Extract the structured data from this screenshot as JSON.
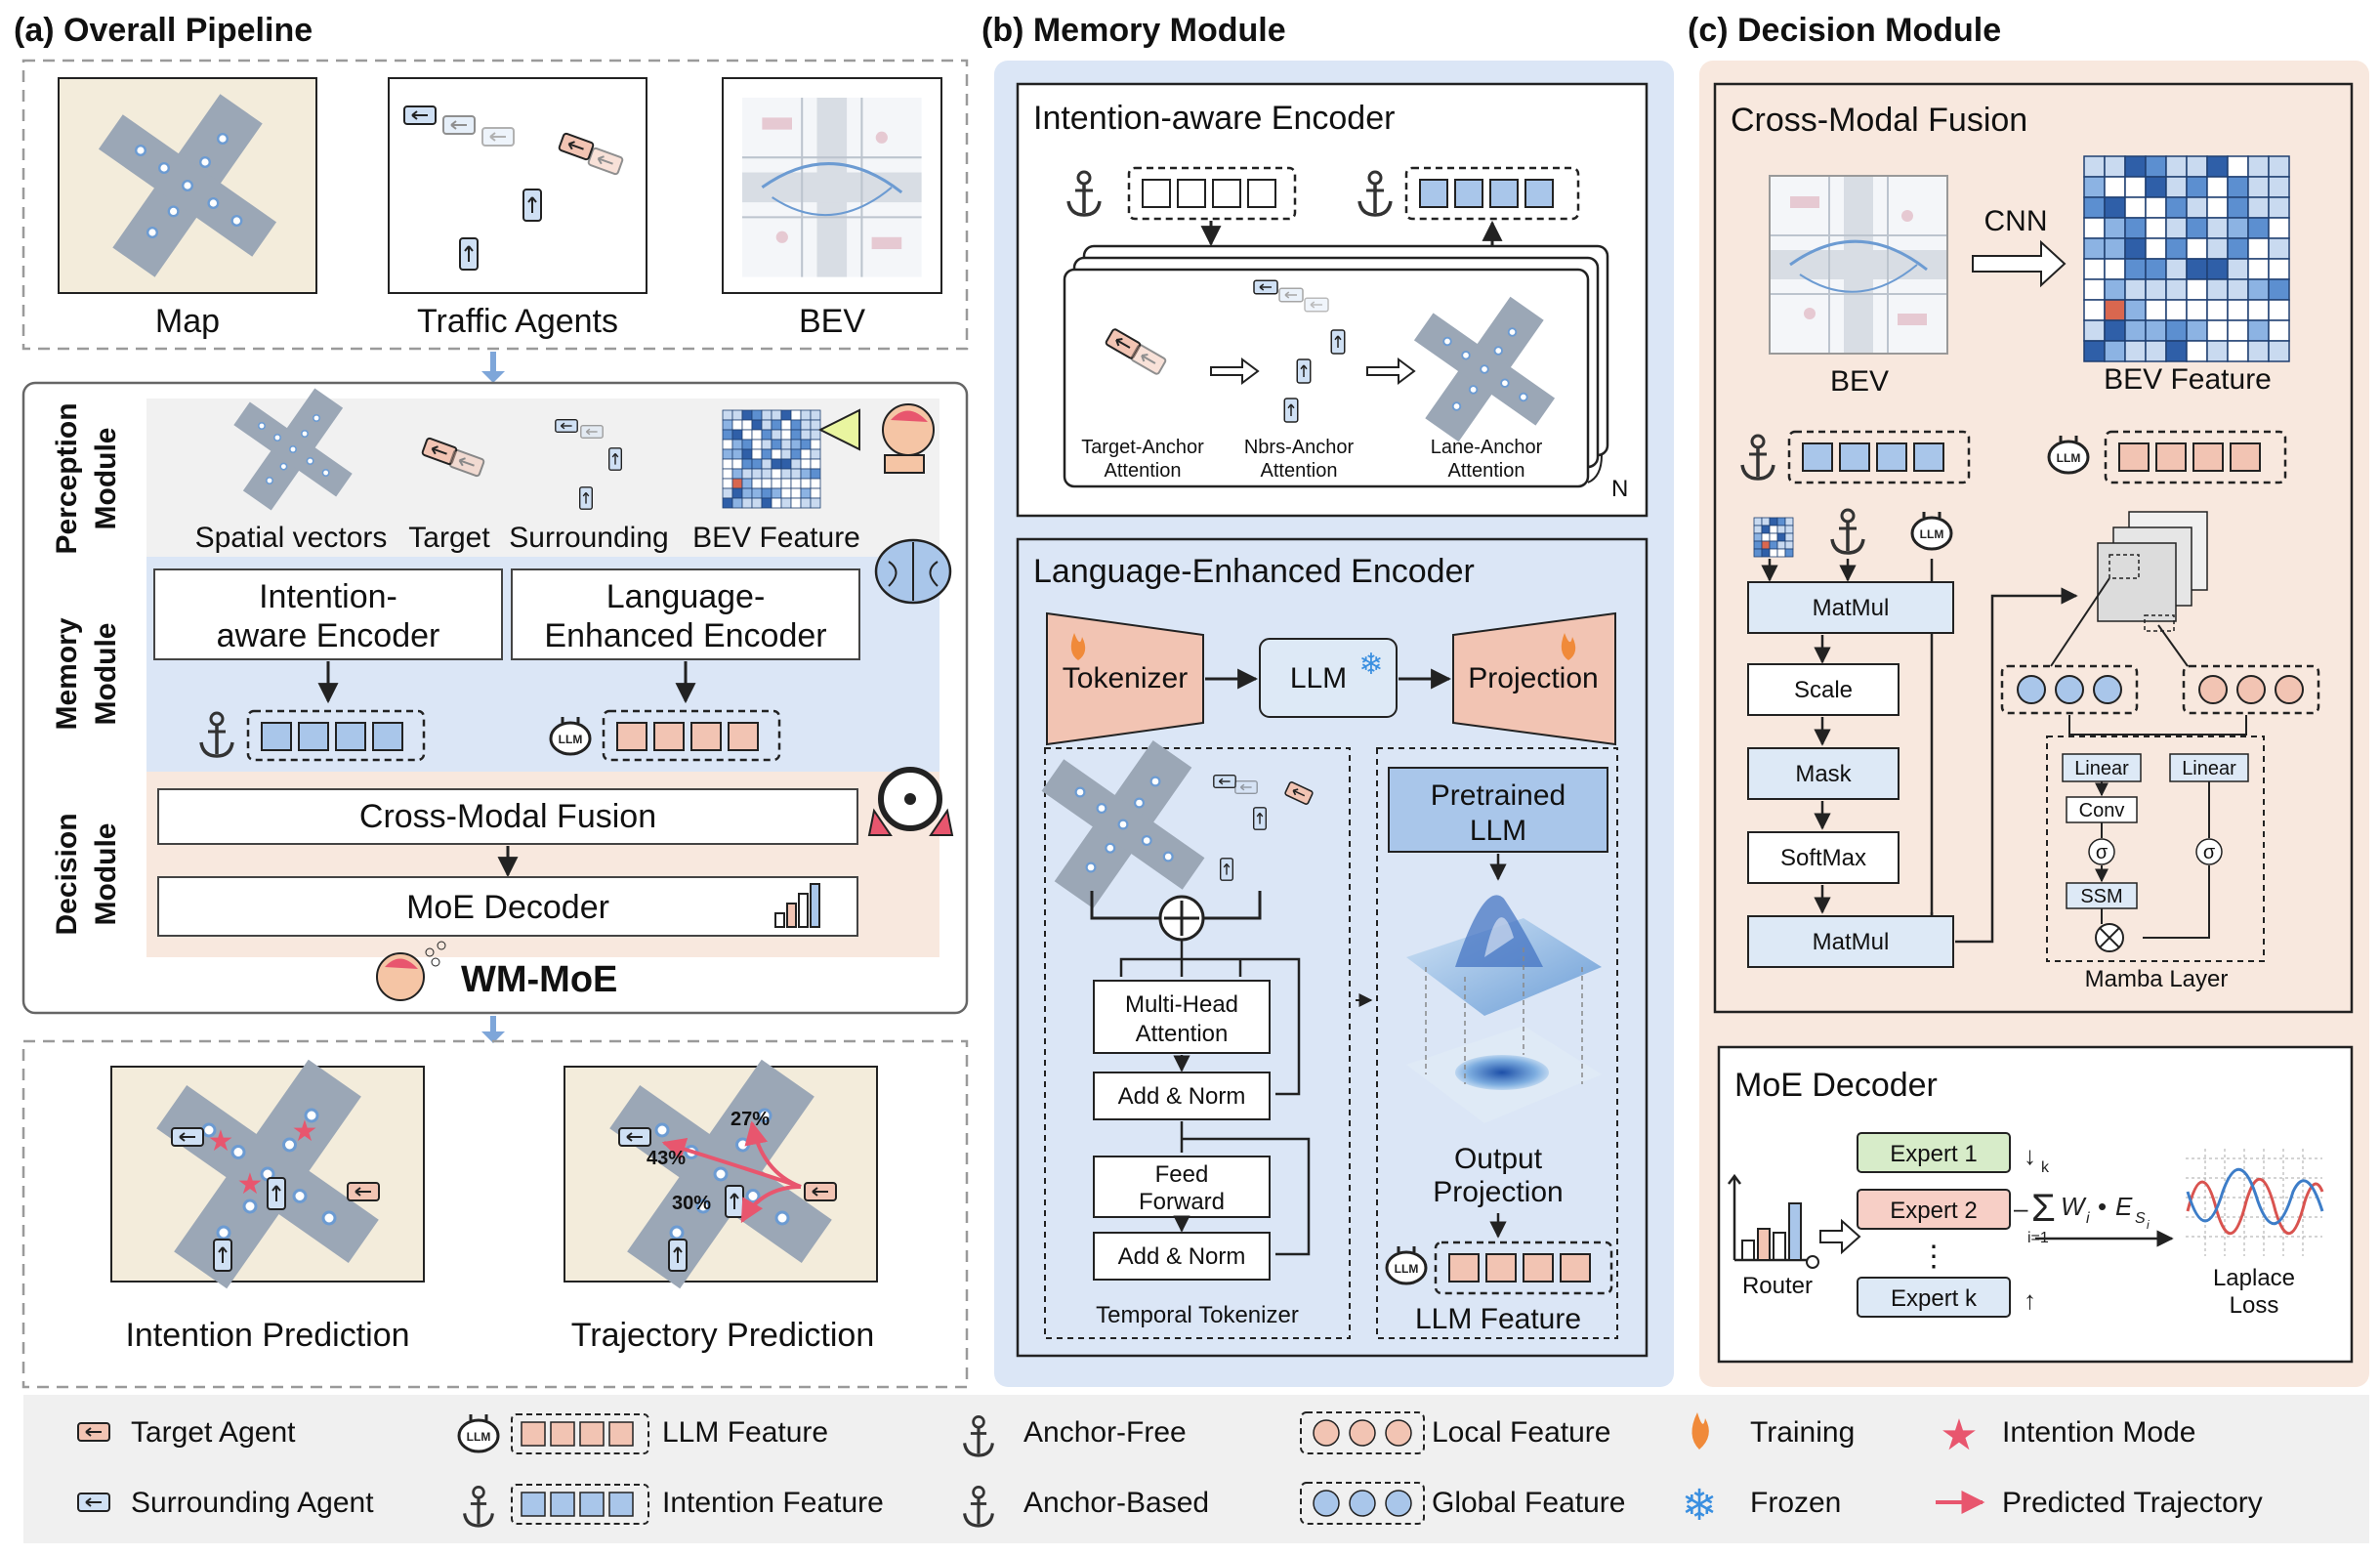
{
  "panels": {
    "a": {
      "title": "(a) Overall Pipeline",
      "inputs": {
        "map": "Map",
        "traffic": "Traffic Agents",
        "bev": "BEV"
      },
      "side_labels": {
        "perception": [
          "Perception",
          "Module"
        ],
        "memory": [
          "Memory",
          "Module"
        ],
        "decision": [
          "Decision",
          "Module"
        ]
      },
      "perception_items": [
        "Spatial vectors",
        "Target",
        "Surrounding",
        "BEV Feature"
      ],
      "memory_boxes": {
        "intention": [
          "Intention-",
          "aware Encoder"
        ],
        "language": [
          "Language-",
          "Enhanced Encoder"
        ]
      },
      "decision_boxes": {
        "fusion": "Cross-Modal Fusion",
        "moe": "MoE  Decoder"
      },
      "brand": "WM-MoE",
      "outputs": {
        "intention": "Intention Prediction",
        "trajectory": "Trajectory Prediction"
      },
      "percents": [
        "27%",
        "43%",
        "30%"
      ]
    },
    "b": {
      "title": "(b) Memory Module",
      "intention_encoder": {
        "title": "Intention-aware Encoder",
        "attn": [
          [
            "Target-Anchor",
            "Attention"
          ],
          [
            "Nbrs-Anchor",
            "Attention"
          ],
          [
            "Lane-Anchor",
            "Attention"
          ]
        ],
        "n_label": "N"
      },
      "language_encoder": {
        "title": "Language-Enhanced Encoder",
        "tokenizer": "Tokenizer",
        "llm": "LLM",
        "projection": "Projection",
        "mha": [
          "Multi-Head",
          "Attention"
        ],
        "addnorm": "Add & Norm",
        "ff": [
          "Feed",
          "Forward"
        ],
        "temporal": "Temporal Tokenizer",
        "pretrained": [
          "Pretrained",
          "LLM"
        ],
        "output_proj": [
          "Output",
          "Projection"
        ],
        "llm_feature": "LLM Feature"
      },
      "llm_badge": "LLM"
    },
    "c": {
      "title": "(c) Decision Module",
      "fusion": {
        "title": "Cross-Modal Fusion",
        "cnn": "CNN",
        "bev": "BEV",
        "bev_feature": "BEV Feature",
        "ops": [
          "MatMul",
          "Scale",
          "Mask",
          "SoftMax",
          "MatMul"
        ],
        "mamba": {
          "linear": "Linear",
          "conv": "Conv",
          "sigma": "σ",
          "ssm": "SSM",
          "label": "Mamba Layer"
        }
      },
      "moe": {
        "title": "MoE  Decoder",
        "experts": [
          "Expert 1",
          "Expert 2",
          "Expert k"
        ],
        "dots": "⋮",
        "router": "Router",
        "formula": "Σ W_i · E_Si",
        "sum_top": "k",
        "sum_bottom": "i=1",
        "laplace": [
          "Laplace",
          "Loss"
        ]
      }
    }
  },
  "legend": [
    {
      "key": "target",
      "label": "Target Agent"
    },
    {
      "key": "llm",
      "label": "LLM Feature"
    },
    {
      "key": "anchor_free",
      "label": "Anchor-Free"
    },
    {
      "key": "local",
      "label": "Local Feature"
    },
    {
      "key": "training",
      "label": "Training"
    },
    {
      "key": "intention_mode",
      "label": "Intention Mode"
    },
    {
      "key": "surrounding",
      "label": "Surrounding Agent"
    },
    {
      "key": "intention_feature",
      "label": "Intention Feature"
    },
    {
      "key": "anchor_based",
      "label": "Anchor-Based"
    },
    {
      "key": "global",
      "label": "Global Feature"
    },
    {
      "key": "frozen",
      "label": "Frozen"
    },
    {
      "key": "pred_traj",
      "label": "Predicted Trajectory"
    }
  ],
  "colors": {
    "blue_fill": "#a9c6ea",
    "blue_light": "#dde9f6",
    "salmon": "#f2c4b3",
    "salmon_light": "#f7e8df",
    "memory_bg": "#dbe6f6",
    "decision_bg": "#f8e8de",
    "red": "#e8566e",
    "road": "#9ba7b6",
    "ground": "#f3ecdb"
  }
}
